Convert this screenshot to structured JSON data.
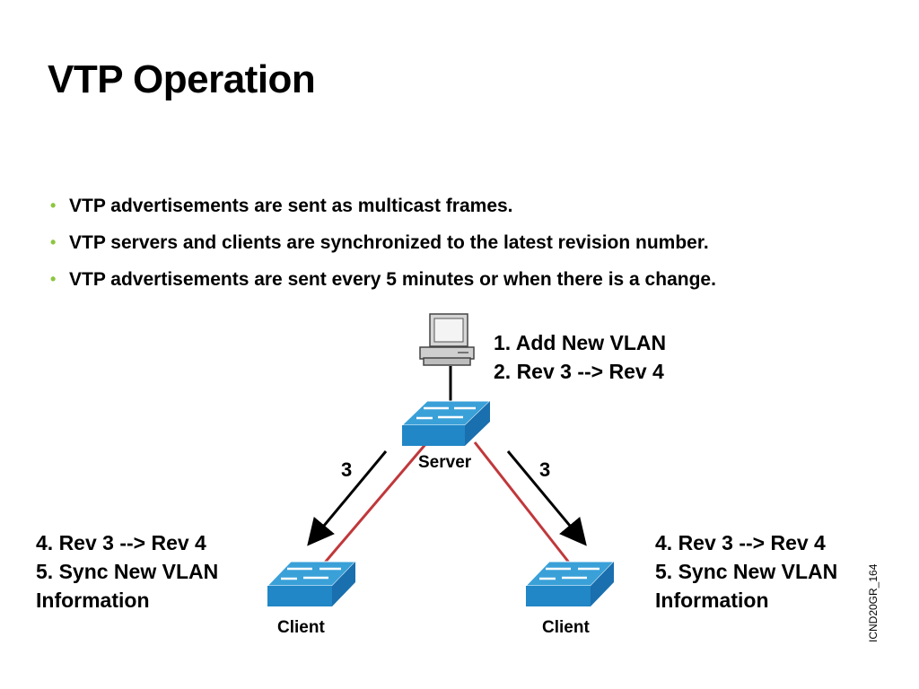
{
  "title": "VTP Operation",
  "bullets": [
    "VTP advertisements are sent as multicast frames.",
    "VTP servers and clients are synchronized to the latest revision number.",
    "VTP advertisements are sent every 5 minutes or when there is a change."
  ],
  "bullet_glyph": "•",
  "colors": {
    "bullet": "#8dc63f",
    "switch_top": "#3aa0d8",
    "switch_side": "#1a6fae",
    "link": "#c0383b",
    "arrow": "#000000"
  },
  "diagram": {
    "server_steps": [
      "1. Add New VLAN",
      "2. Rev 3 --> Rev 4"
    ],
    "server_label": "Server",
    "left_client": {
      "label": "Client",
      "steps": [
        "4. Rev 3 --> Rev 4",
        "5. Sync New VLAN",
        "Information"
      ]
    },
    "right_client": {
      "label": "Client",
      "steps": [
        "4. Rev 3 --> Rev 4",
        "5. Sync New VLAN",
        "Information"
      ]
    },
    "left_arrow_label": "3",
    "right_arrow_label": "3",
    "figure_id": "ICND20GR_164"
  }
}
